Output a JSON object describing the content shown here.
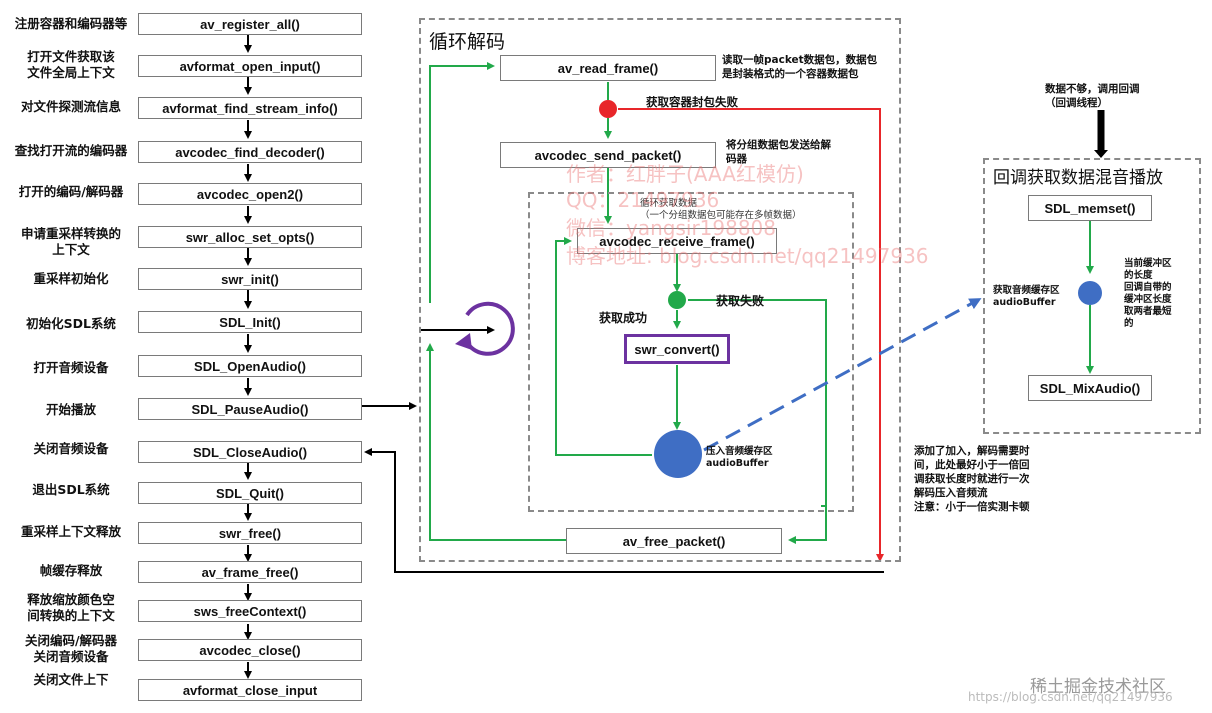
{
  "left": {
    "steps": [
      {
        "label": "注册容器和编码器等",
        "func": "av_register_all()"
      },
      {
        "label": "打开文件获取该\n文件全局上下文",
        "func": "avformat_open_input()"
      },
      {
        "label": "对文件探测流信息",
        "func": "avformat_find_stream_info()"
      },
      {
        "label": "查找打开流的编码器",
        "func": "avcodec_find_decoder()"
      },
      {
        "label": "打开的编码/解码器",
        "func": "avcodec_open2()"
      },
      {
        "label": "申请重采样转换的\n上下文",
        "func": "swr_alloc_set_opts()"
      },
      {
        "label": "重采样初始化",
        "func": "swr_init()"
      },
      {
        "label": "初始化SDL系统",
        "func": "SDL_Init()"
      },
      {
        "label": "打开音频设备",
        "func": "SDL_OpenAudio()"
      },
      {
        "label": "开始播放",
        "func": "SDL_PauseAudio()"
      },
      {
        "label": "关闭音频设备",
        "func": "SDL_CloseAudio()"
      },
      {
        "label": "退出SDL系统",
        "func": "SDL_Quit()"
      },
      {
        "label": "重采样上下文释放",
        "func": "swr_free()"
      },
      {
        "label": "帧缓存释放",
        "func": "av_frame_free()"
      },
      {
        "label": "释放缩放颜色空\n间转换的上下文",
        "func": "sws_freeContext()"
      },
      {
        "label": "关闭编码/解码器\n关闭音频设备",
        "func": "avcodec_close()"
      },
      {
        "label": "关闭文件上下",
        "func": "avformat_close_input"
      }
    ]
  },
  "loop": {
    "title": "循环解码",
    "read_frame": "av_read_frame()",
    "read_note": "读取一帧packet数据包，数据包\n是封装格式的一个容器数据包",
    "fail_read": "获取容器封包失败",
    "send_packet": "avcodec_send_packet()",
    "send_note": "将分组数据包发送给解\n码器",
    "inner_note": "循环获取数据\n（一个分组数据包可能存在多帧数据）",
    "receive_frame": "avcodec_receive_frame()",
    "fail_get": "获取失败",
    "success_get": "获取成功",
    "swr_convert": "swr_convert()",
    "push_note": "压入音频缓存区\naudioBuffer",
    "free_packet": "av_free_packet()"
  },
  "right_note": "添加了加入，解码需要时\n间，此处最好小于一倍回\n调获取长度时就进行一次\n解码压入音频流\n注意：小于一倍实测卡顿",
  "callback": {
    "top_note": "数据不够，调用回调\n（回调线程）",
    "title": "回调获取数据混音播放",
    "memset": "SDL_memset()",
    "buffer_note": "获取音频缓存区\naudioBuffer",
    "length_note": "当前缓冲区\n的长度\n回调自带的\n缓冲区长度\n取两者最短\n的",
    "mix": "SDL_MixAudio()"
  },
  "watermark": {
    "line1": "作者：红胖子(AAA红模仿)",
    "line2": "QQ：21497936",
    "line3": "微信：yangsir198808",
    "line4": "博客地址: blog.csdn.net/qq21497936"
  },
  "footer": {
    "site": "稀土掘金技术社区",
    "url": "https://blog.csdn.net/qq21497936"
  },
  "colors": {
    "green": "#22a94a",
    "red": "#e8262a",
    "blue": "#3f6ec4",
    "purple": "#6c32a0",
    "black": "#000000",
    "dash_gray": "#8a8a8a"
  }
}
